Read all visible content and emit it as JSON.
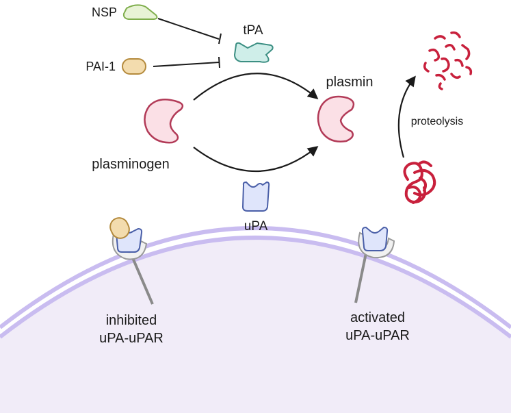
{
  "labels": {
    "nsp": "NSP",
    "pai1": "PAI-1",
    "tpa": "tPA",
    "plasmin": "plasmin",
    "plasminogen": "plasminogen",
    "upa": "uPA",
    "proteolysis": "proteolysis",
    "inhibited_line1": "inhibited",
    "inhibited_line2": "uPA-uPAR",
    "activated_line1": "activated",
    "activated_line2": "uPA-uPAR"
  },
  "colors": {
    "nsp_fill": "#e8f3d6",
    "nsp_stroke": "#7fae4c",
    "pai1_fill": "#f3dcae",
    "pai1_stroke": "#b48a3c",
    "tpa_fill": "#cfeee9",
    "tpa_stroke": "#3c8f83",
    "plasminogen_fill": "#fbe0e6",
    "plasminogen_stroke": "#b23a57",
    "upa_fill": "#dfe5fb",
    "upa_stroke": "#4a5fa8",
    "receptor_fill": "#f1f1f1",
    "receptor_stroke": "#9a9a9a",
    "membrane_fill": "#f1ecf8",
    "membrane_stroke": "#c9bcf0",
    "protein_red": "#c8203c",
    "arrow": "#1a1a1a"
  }
}
